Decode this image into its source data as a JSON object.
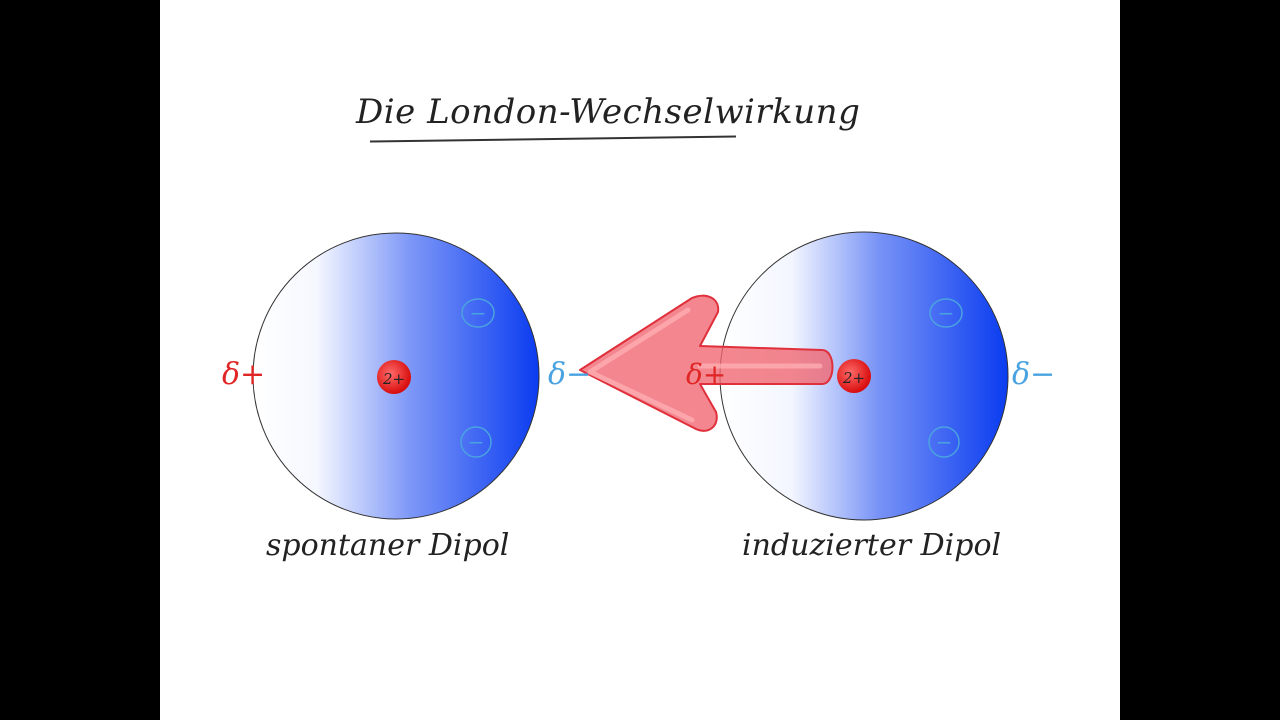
{
  "title": "Die London-Wechselwirkung",
  "left_dipole": {
    "caption": "spontaner Dipol",
    "nucleus_label": "2+",
    "pole_left_label": "δ+",
    "pole_right_label": "δ−",
    "electron_label_top": "−",
    "electron_label_bottom": "−"
  },
  "right_dipole": {
    "caption": "induzierter Dipol",
    "nucleus_label": "2+",
    "pole_left_label": "δ+",
    "pole_right_label": "δ−",
    "electron_label_top": "−",
    "electron_label_bottom": "−"
  },
  "colors": {
    "sphere_blue": "#0a3cf0",
    "nucleus_red": "#e61e1e",
    "positive_red": "#e02525",
    "negative_blue": "#4aa3e0",
    "arrow_red": "#f0646e"
  }
}
